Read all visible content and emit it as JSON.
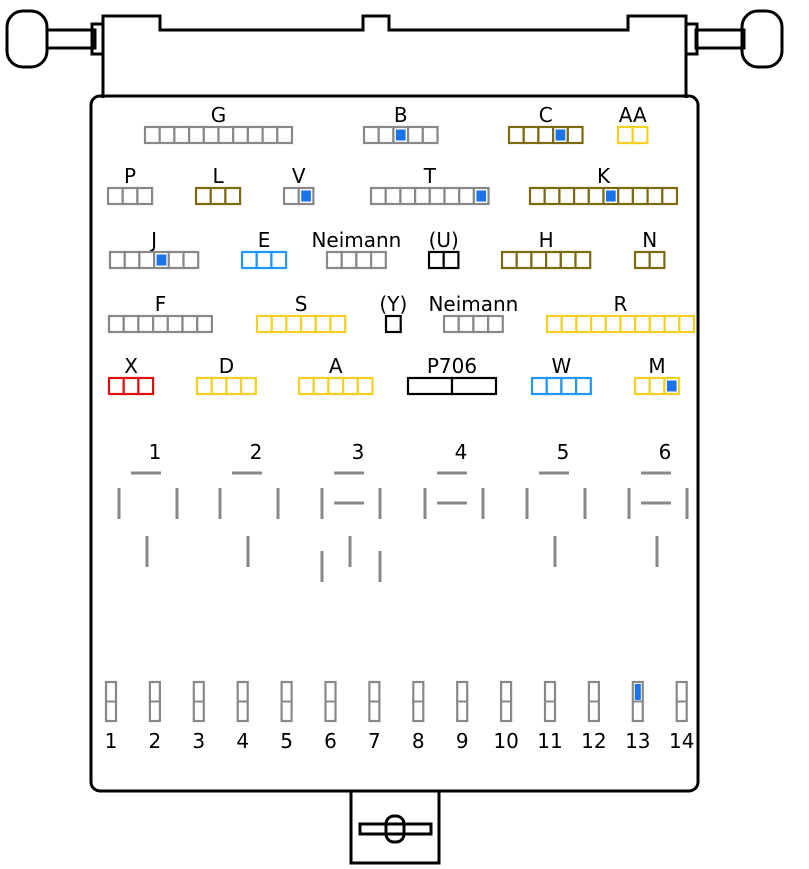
{
  "colors": {
    "gray": "#888888",
    "olive": "#7a6a10",
    "yellow": "#f5d020",
    "blue": "#2196f3",
    "red": "#e01010",
    "black": "#000000",
    "fill_blue": "#1a73e8"
  },
  "connectors": [
    {
      "label": "G",
      "color": "gray",
      "cells": 10,
      "filled": []
    },
    {
      "label": "B",
      "color": "gray",
      "cells": 5,
      "filled": [
        2
      ]
    },
    {
      "label": "C",
      "color": "olive",
      "cells": 5,
      "filled": [
        3
      ]
    },
    {
      "label": "AA",
      "color": "yellow",
      "cells": 2,
      "filled": []
    },
    {
      "label": "P",
      "color": "gray",
      "cells": 3,
      "filled": []
    },
    {
      "label": "L",
      "color": "olive",
      "cells": 3,
      "filled": []
    },
    {
      "label": "V",
      "color": "gray",
      "cells": 2,
      "filled": [
        1
      ]
    },
    {
      "label": "T",
      "color": "gray",
      "cells": 8,
      "filled": [
        7
      ]
    },
    {
      "label": "K",
      "color": "olive",
      "cells": 10,
      "filled": [
        5
      ]
    },
    {
      "label": "J",
      "color": "gray",
      "cells": 6,
      "filled": [
        3
      ]
    },
    {
      "label": "E",
      "color": "blue",
      "cells": 3,
      "filled": []
    },
    {
      "label": "Neimann",
      "color": "gray",
      "cells": 4,
      "filled": []
    },
    {
      "label": "(U)",
      "color": "black",
      "cells": 2,
      "filled": []
    },
    {
      "label": "H",
      "color": "olive",
      "cells": 6,
      "filled": []
    },
    {
      "label": "N",
      "color": "olive",
      "cells": 2,
      "filled": []
    },
    {
      "label": "F",
      "color": "gray",
      "cells": 7,
      "filled": []
    },
    {
      "label": "S",
      "color": "yellow",
      "cells": 6,
      "filled": []
    },
    {
      "label": "(Y)",
      "color": "black",
      "cells": 1,
      "filled": []
    },
    {
      "label": "Neimann",
      "color": "gray",
      "cells": 4,
      "filled": []
    },
    {
      "label": "R",
      "color": "yellow",
      "cells": 10,
      "filled": []
    },
    {
      "label": "X",
      "color": "red",
      "cells": 3,
      "filled": []
    },
    {
      "label": "D",
      "color": "yellow",
      "cells": 4,
      "filled": []
    },
    {
      "label": "A",
      "color": "yellow",
      "cells": 5,
      "filled": []
    },
    {
      "label": "P706",
      "color": "black",
      "cells": 2,
      "filled": []
    },
    {
      "label": "W",
      "color": "blue",
      "cells": 4,
      "filled": []
    },
    {
      "label": "M",
      "color": "yellow",
      "cells": 3,
      "filled": [
        2
      ]
    }
  ],
  "relays": [
    {
      "label": "1",
      "pattern": "a"
    },
    {
      "label": "2",
      "pattern": "a"
    },
    {
      "label": "3",
      "pattern": "b"
    },
    {
      "label": "4",
      "pattern": "c"
    },
    {
      "label": "5",
      "pattern": "a"
    },
    {
      "label": "6",
      "pattern": "d"
    }
  ],
  "fuses": [
    {
      "label": "1",
      "filled": false
    },
    {
      "label": "2",
      "filled": false
    },
    {
      "label": "3",
      "filled": false
    },
    {
      "label": "4",
      "filled": false
    },
    {
      "label": "5",
      "filled": false
    },
    {
      "label": "6",
      "filled": false
    },
    {
      "label": "7",
      "filled": false
    },
    {
      "label": "8",
      "filled": false
    },
    {
      "label": "9",
      "filled": false
    },
    {
      "label": "10",
      "filled": false
    },
    {
      "label": "11",
      "filled": false
    },
    {
      "label": "12",
      "filled": false
    },
    {
      "label": "13",
      "filled": true
    },
    {
      "label": "14",
      "filled": false
    }
  ]
}
